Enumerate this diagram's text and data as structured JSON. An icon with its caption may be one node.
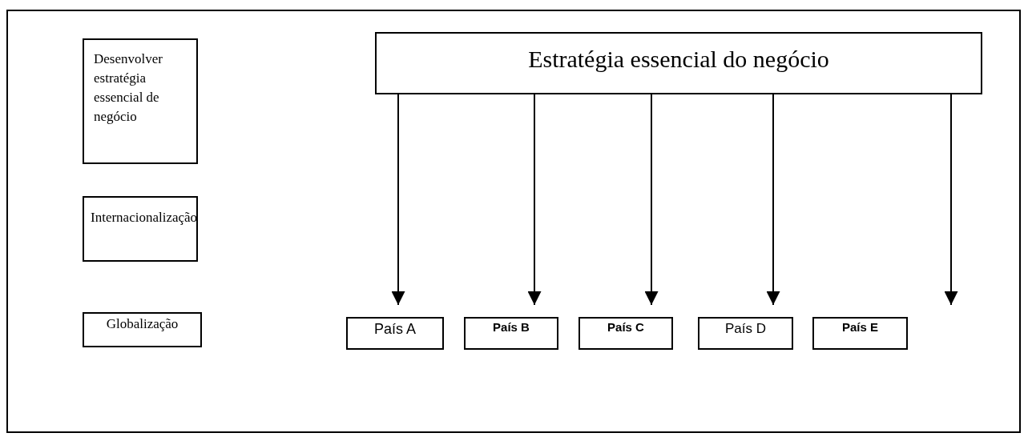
{
  "diagram": {
    "nodes": [
      {
        "text": [
          "Desenvolver estratégia essencial de negócio"
        ]
      },
      {
        "text": [
          "Internacionalização"
        ]
      },
      {
        "text": [
          "Globalização"
        ]
      },
      {
        "text": [
          "Estratégia essencial do negócio"
        ]
      },
      {
        "text": [
          "País A"
        ]
      },
      {
        "text": [
          "País B"
        ]
      },
      {
        "text": [
          "País C"
        ]
      },
      {
        "text": [
          "País D"
        ]
      },
      {
        "text": [
          "País E"
        ]
      }
    ],
    "edges": [
      {
        "from": 3,
        "to": 4,
        "arrow": "to"
      },
      {
        "from": 3,
        "to": 5,
        "arrow": "to"
      },
      {
        "from": 3,
        "to": 6,
        "arrow": "to"
      },
      {
        "from": 3,
        "to": 7,
        "arrow": "to"
      },
      {
        "from": 3,
        "to": 8,
        "arrow": "to"
      }
    ]
  }
}
